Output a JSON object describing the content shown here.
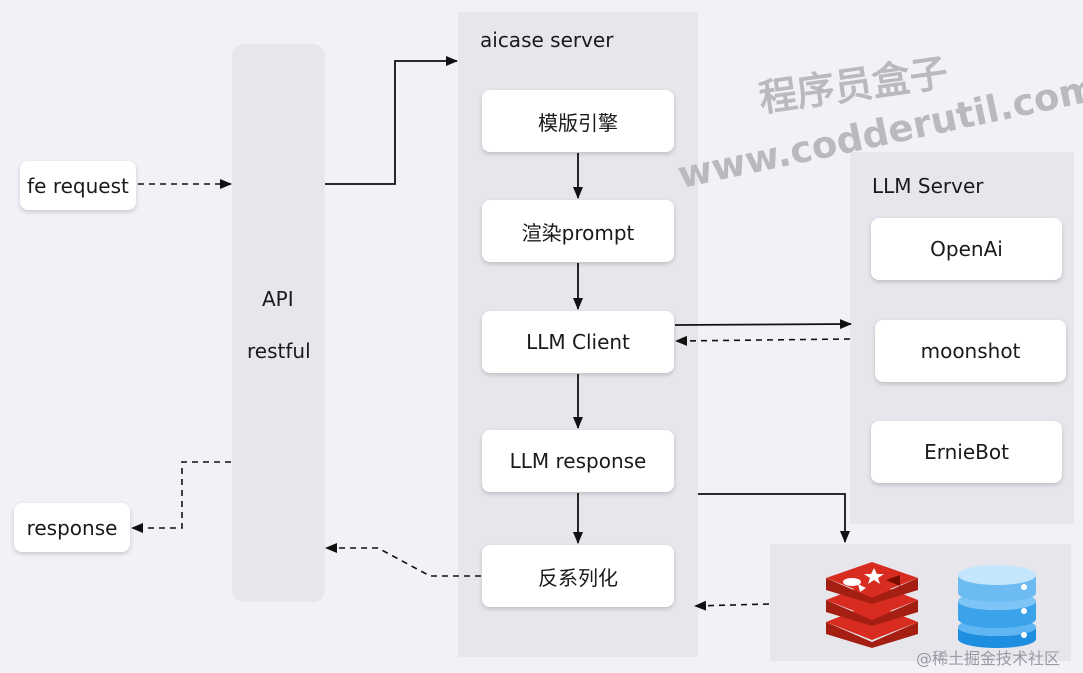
{
  "api_column": {
    "line1": "API",
    "line2": "restful"
  },
  "aicase_server": {
    "title": "aicase server",
    "steps": [
      "模版引擎",
      "渲染prompt",
      "LLM Client",
      "LLM response",
      "反系列化"
    ]
  },
  "llm_server": {
    "title": "LLM Server",
    "providers": [
      "OpenAi",
      "moonshot",
      "ErnieBot"
    ]
  },
  "client": {
    "request": "fe request",
    "response": "response"
  },
  "storage": {
    "icons": [
      "redis-logo-icon",
      "database-icon"
    ]
  },
  "watermark": {
    "cn": "程序员盒子",
    "url": "www.codderutil.com",
    "footer": "@稀土掘金技术社区"
  }
}
